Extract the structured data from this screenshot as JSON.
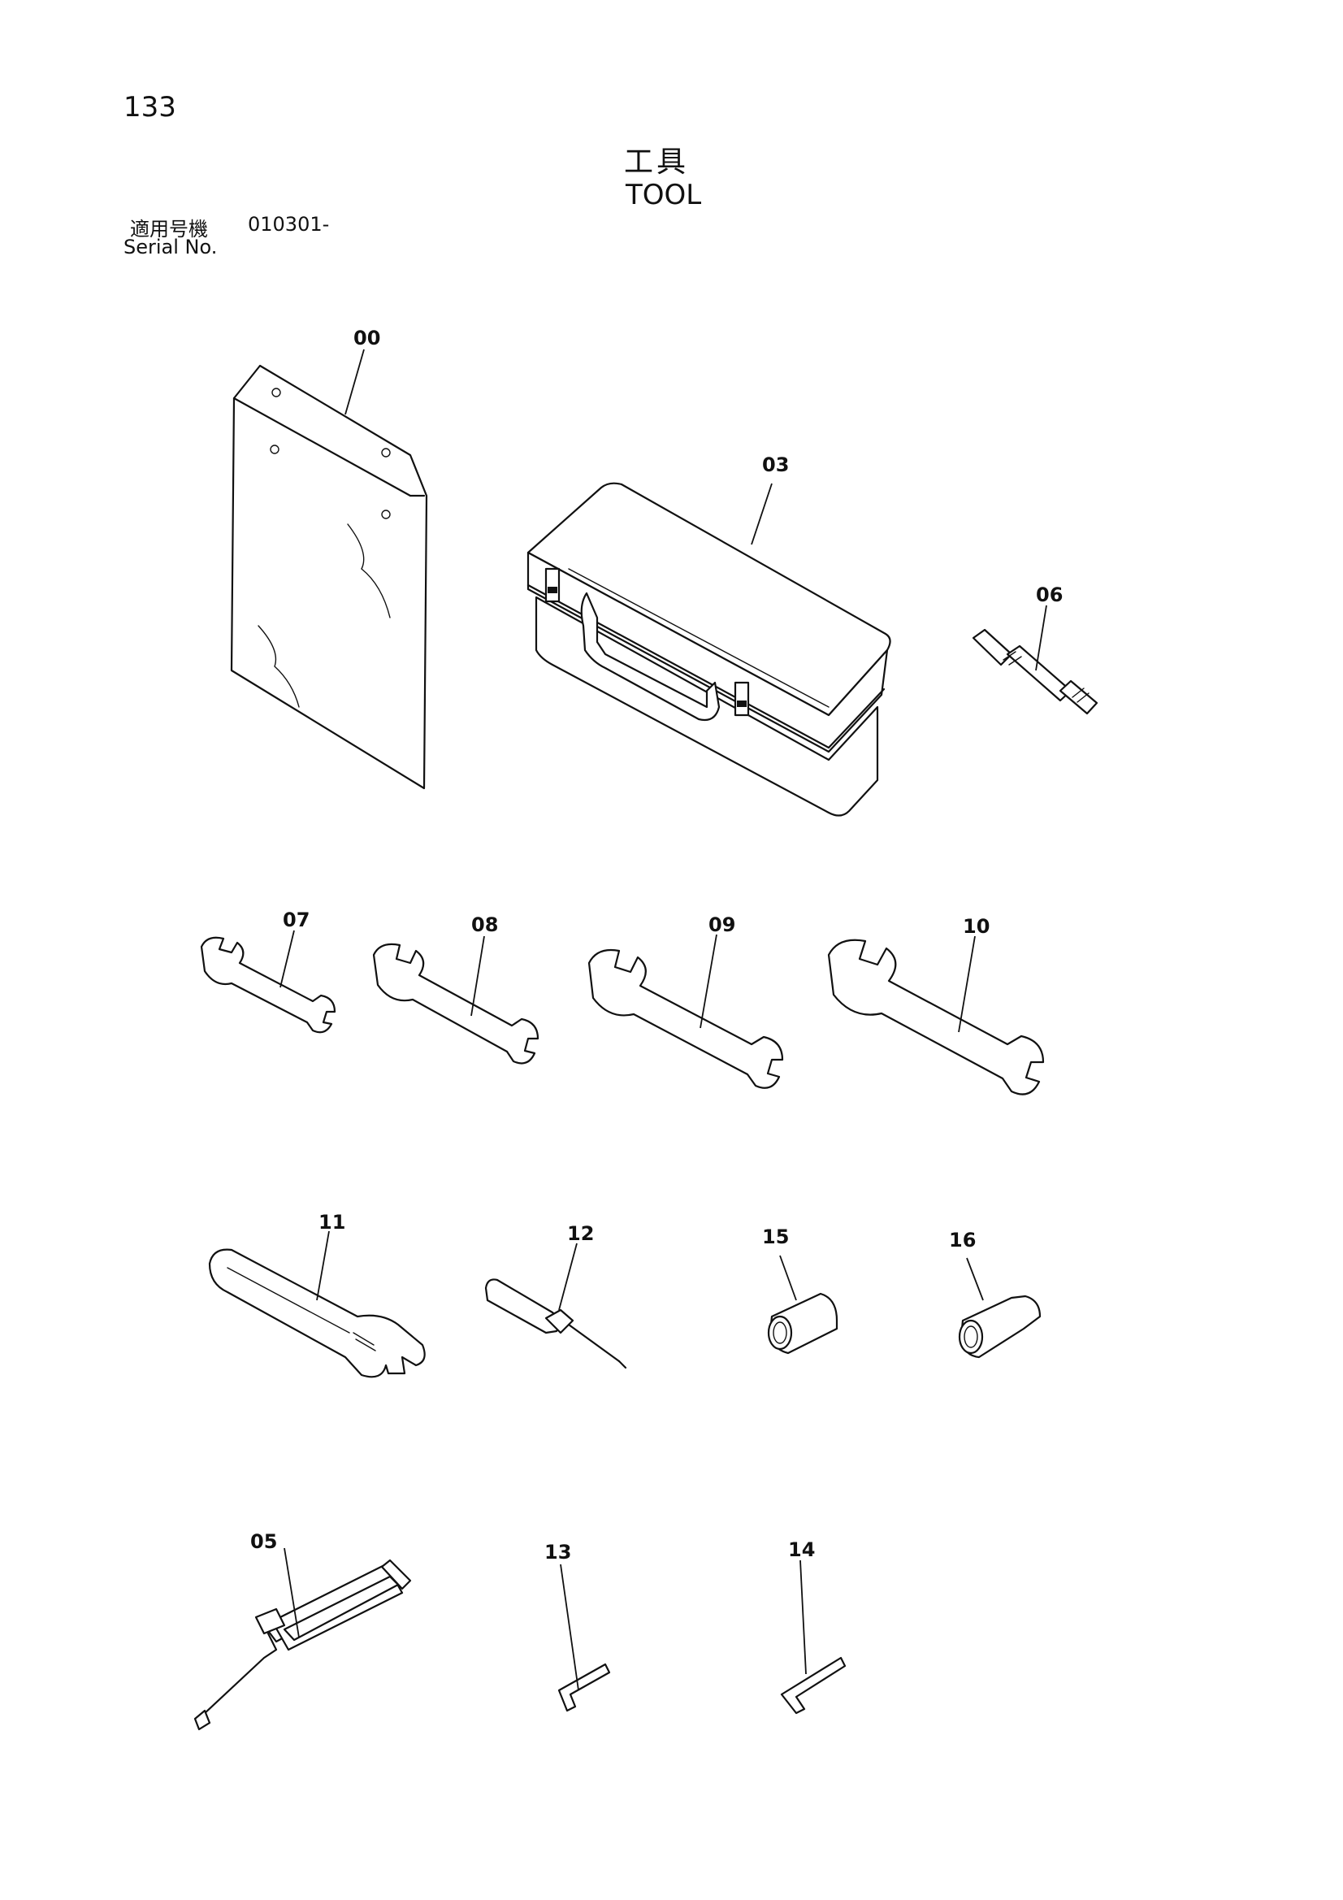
{
  "header": {
    "page_number": "133",
    "title_ja": "工具",
    "title_en": "TOOL",
    "serial_label_ja": "適用号機",
    "serial_value": "010301-",
    "serial_label_en": "Serial No."
  },
  "callouts": {
    "c00": "00",
    "c03": "03",
    "c05": "05",
    "c06": "06",
    "c07": "07",
    "c08": "08",
    "c09": "09",
    "c10": "10",
    "c11": "11",
    "c12": "12",
    "c13": "13",
    "c14": "14",
    "c15": "15",
    "c16": "16"
  },
  "colors": {
    "ink": "#111111",
    "paper": "#ffffff"
  }
}
